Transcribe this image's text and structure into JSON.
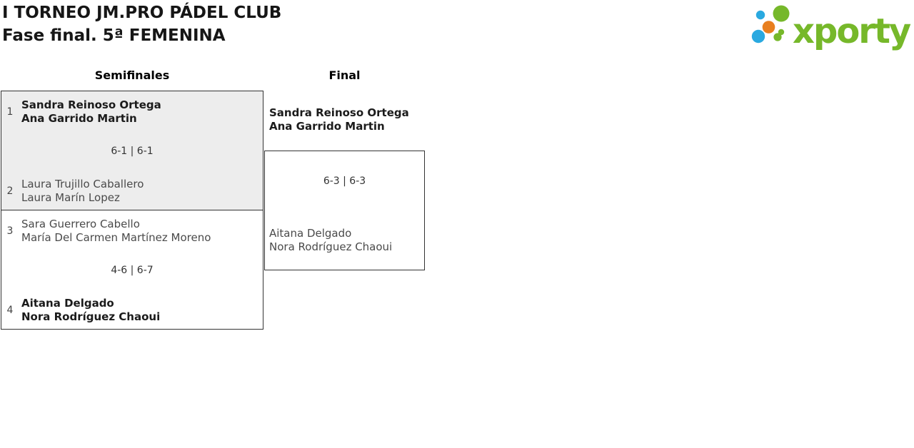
{
  "header": {
    "title_line1": "I TORNEO JM.PRO PÁDEL CLUB",
    "title_line2": "Fase final. 5ª FEMENINA"
  },
  "logo": {
    "text": "xporty",
    "colors": {
      "green": "#76b82a",
      "blue": "#2aa9e0",
      "orange": "#e87f1f"
    }
  },
  "bracket": {
    "rounds": [
      {
        "label": "Semifinales",
        "matches": [
          {
            "seed_top": "1",
            "team_top": [
              "Sandra Reinoso Ortega",
              "Ana Garrido Martin"
            ],
            "score": "6-1 | 6-1",
            "seed_bottom": "2",
            "team_bottom": [
              "Laura Trujillo Caballero",
              "Laura Marín Lopez"
            ]
          },
          {
            "seed_top": "3",
            "team_top": [
              "Sara Guerrero Cabello",
              "María Del Carmen Martínez Moreno"
            ],
            "score": "4-6 | 6-7",
            "seed_bottom": "4",
            "team_bottom": [
              "Aitana Delgado",
              "Nora Rodríguez Chaoui"
            ]
          }
        ]
      },
      {
        "label": "Final",
        "matches": [
          {
            "team_top": [
              "Sandra Reinoso Ortega",
              "Ana Garrido Martin"
            ],
            "score": "6-3 | 6-3",
            "team_bottom": [
              "Aitana Delgado",
              "Nora Rodríguez Chaoui"
            ]
          }
        ]
      }
    ]
  }
}
